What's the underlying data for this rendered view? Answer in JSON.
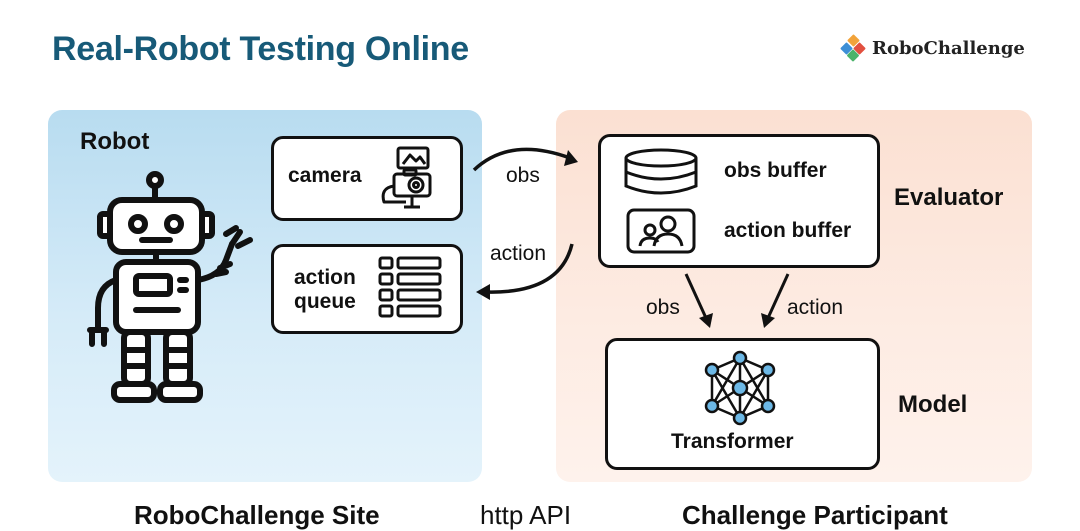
{
  "header": {
    "title": "Real-Robot Testing Online",
    "logo_text": "RoboChallenge",
    "logo_icon": "robochallenge-logo-icon"
  },
  "left_panel": {
    "robot_label": "Robot",
    "camera_label": "camera",
    "queue_label_line1": "action",
    "queue_label_line2": "queue",
    "footer": "RoboChallenge Site"
  },
  "middle": {
    "obs_label": "obs",
    "action_label": "action",
    "footer": "http API"
  },
  "right_panel": {
    "evaluator_label": "Evaluator",
    "obs_buffer_label": "obs buffer",
    "action_buffer_label": "action buffer",
    "obs_arrow_label": "obs",
    "action_arrow_label": "action",
    "model_label": "Model",
    "transformer_label": "Transformer",
    "footer": "Challenge Participant"
  },
  "colors": {
    "title": "#175a78",
    "left_panel": "#cfe7f6",
    "right_panel": "#fde8dd",
    "stroke": "#111111"
  }
}
